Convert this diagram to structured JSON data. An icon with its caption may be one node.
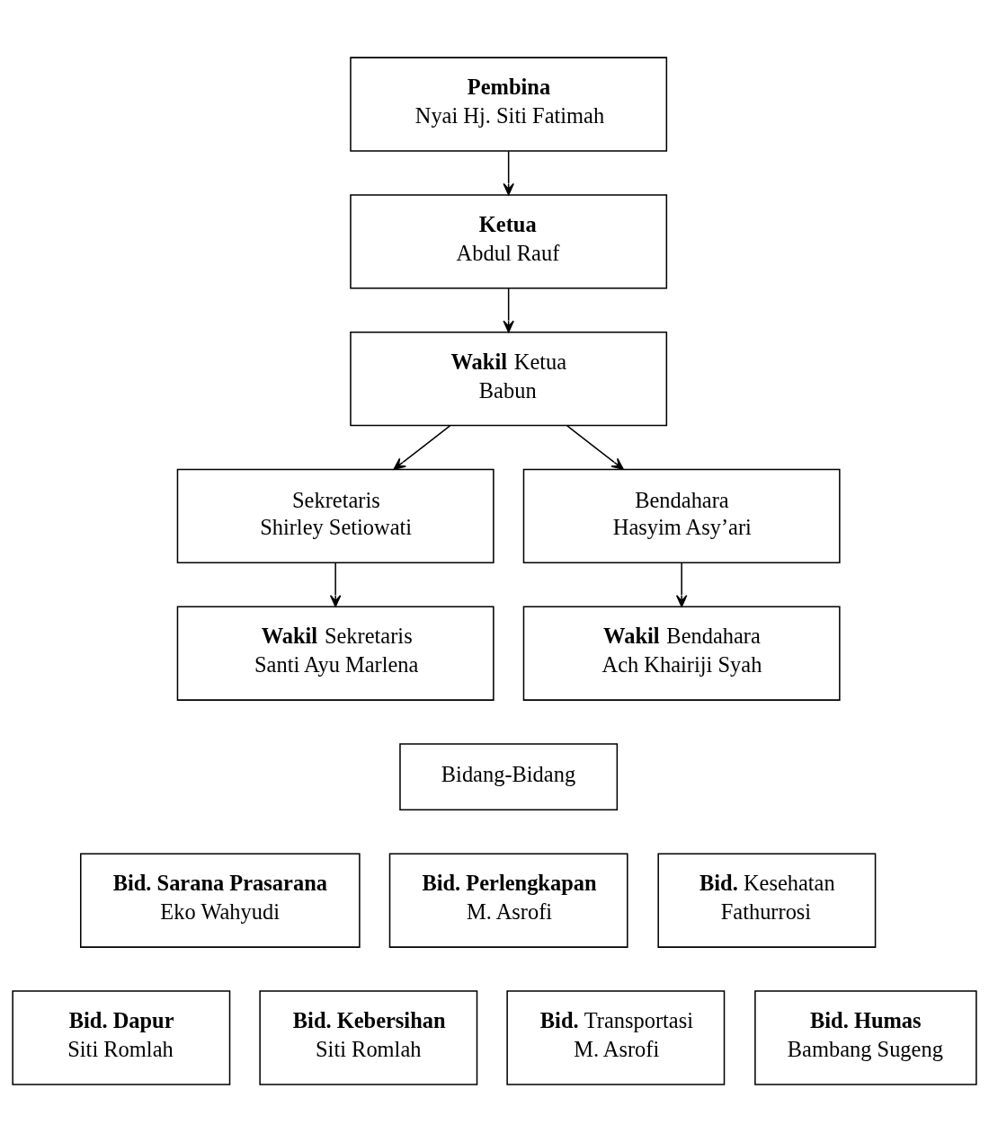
{
  "diagram": {
    "nodes": [
      {
        "text": [
          "Pembina",
          "Nyai Hj. Siti Fatimah"
        ]
      },
      {
        "text": [
          "Ketua",
          "Abdul Rauf"
        ]
      },
      {
        "text": [
          "**Wakil** Ketua",
          "Babun"
        ]
      },
      {
        "text": [
          "Sekretaris",
          "Shirley Setiowati"
        ]
      },
      {
        "text": [
          "Bendahara",
          "Hasyim Asy’ari"
        ]
      },
      {
        "text": [
          "**Wakil** Sekretaris",
          "Santi Ayu Marlena"
        ]
      },
      {
        "text": [
          "**Wakil** Bendahara",
          "Ach Khairiji Syah"
        ]
      },
      {
        "text": [
          "Bidang-Bidang"
        ]
      },
      {
        "text": [
          "Bid. Sarana Prasarana",
          "Eko Wahyudi"
        ]
      },
      {
        "text": [
          "Bid. Perlengkapan",
          "M. Asrofi"
        ]
      },
      {
        "text": [
          "**Bid.** Kesehatan",
          "Fathurrosi"
        ]
      },
      {
        "text": [
          "Bid. Dapur",
          "Siti Romlah"
        ]
      },
      {
        "text": [
          "Bid. Kebersihan",
          "Siti Romlah"
        ]
      },
      {
        "text": [
          "**Bid.** Transportasi",
          "M. Asrofi"
        ]
      },
      {
        "text": [
          "Bid. Humas",
          "Bambang Sugeng"
        ]
      }
    ],
    "edges": [
      {
        "from": 0,
        "to": 1,
        "arrow": "to"
      },
      {
        "from": 1,
        "to": 2,
        "arrow": "to"
      },
      {
        "from": 2,
        "to": 3,
        "arrow": "to"
      },
      {
        "from": 2,
        "to": 4,
        "arrow": "to"
      },
      {
        "from": 3,
        "to": 5,
        "arrow": "to"
      },
      {
        "from": 4,
        "to": 6,
        "arrow": "to"
      }
    ]
  }
}
